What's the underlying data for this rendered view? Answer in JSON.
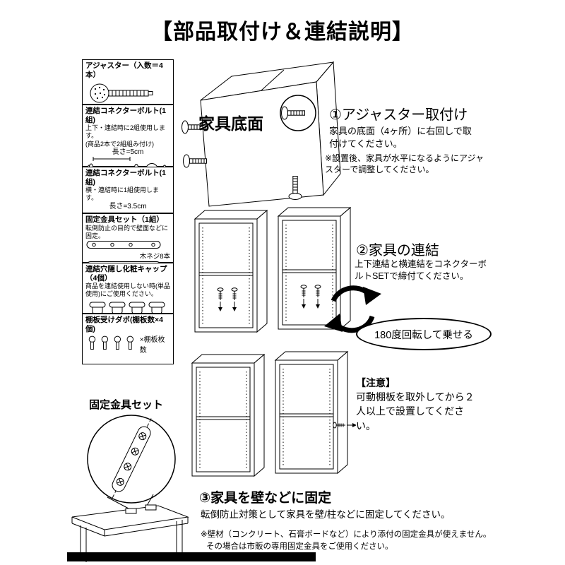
{
  "title": "【部品取付け＆連結説明】",
  "parts": {
    "adjuster": {
      "title": "アジャスター（入数＝4本）"
    },
    "bolt_v": {
      "title": "連結コネクターボルト(1組)",
      "line1": "上下・連結時に2組使用します。",
      "line2": "(商品2本で2組組み付け)",
      "length": "長さ=5cm"
    },
    "bolt_h": {
      "title": "連結コネクターボルト(1組)",
      "line1": "横・連結時に1組使用します。",
      "length": "長さ=3.5cm"
    },
    "bracket": {
      "title": "固定金具セット（1組）",
      "line1": "転倒防止の目的で壁面などに固定。",
      "screws": "木ネジ8本"
    },
    "caps": {
      "title": "連結穴隠し化粧キャップ（4個）",
      "line1": "商品を連結使用しない時(単品使用)にご使用ください。"
    },
    "dowels": {
      "title": "棚板受けダボ(棚板数×4個)",
      "note": "×棚板枚数"
    }
  },
  "labels": {
    "bracket_set": "固定金具セット",
    "furniture_bottom": "家具底面",
    "rotate": "180度回転して乗せる"
  },
  "steps": {
    "s1": {
      "title": "①アジャスター取付け",
      "body": "家具の底面（4ヶ所）に右回しで取付けてください。",
      "note": "※設置後、家具が水平になるようにアジャスターで調整してください。"
    },
    "s2": {
      "title": "②家具の連結",
      "body": "上下連結と横連結をコネクターボルトSETで締付てください。"
    },
    "s3": {
      "title": "③家具を壁などに固定",
      "body": "転倒防止対策として家具を壁/柱などに固定してください。",
      "note1": "※壁材（コンクリート、石膏ボードなど）により添付の固定金具が使えません。",
      "note2": "その場合は市販の専用固定金具をご使用ください。"
    }
  },
  "caution": {
    "title": "【注意】",
    "body": "可動棚板を取外してから２人以上で設置してください。"
  }
}
